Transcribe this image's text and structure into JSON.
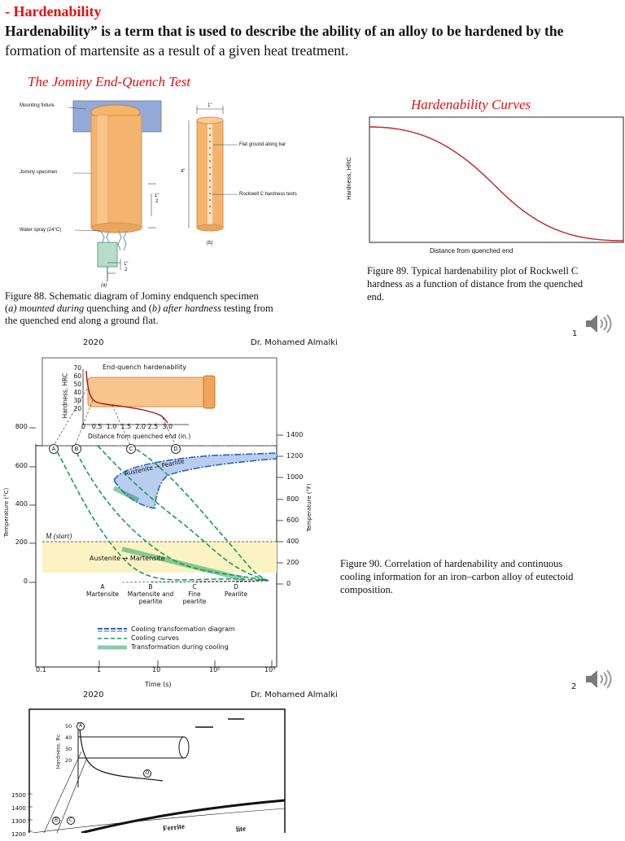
{
  "slide1": {
    "section_title": "- Hardenability",
    "intro_line1": "Hardenability” is a term that is used to describe the ability of an alloy to be hardened by the",
    "intro_line2": "formation of martensite as a result of a given heat treatment.",
    "jominy_title": "The Jominy End-Quench Test",
    "jominy_labels": {
      "mounting_fixture": "Mounting fixture",
      "jominy_specimen": "Jominy specimen",
      "water_spray": "Water spray (24°C)",
      "dim_1in": "1\"",
      "dim_4in": "4\"",
      "dim_half_a": "1\"",
      "dim_half_a_den": "2",
      "dim_half_b": "1\"",
      "dim_half_b_den": "2",
      "flat_ground": "Flat ground along bar",
      "rockwell_tests": "Rockwell C hardness tests",
      "label_a": "(a)",
      "label_b": "(b)"
    },
    "fig88_caption_l1": "Figure 88. Schematic diagram of Jominy endquench specimen",
    "fig88_caption_l2a": "(",
    "fig88_caption_l2b": "a",
    "fig88_caption_l2c": ") mounted during",
    "fig88_caption_l2d": " quenching and (",
    "fig88_caption_l2e": "b",
    "fig88_caption_l2f": ") after hardness",
    "fig88_caption_l2g": " testing from",
    "fig88_caption_l3": "the quenched end along a ground flat.",
    "curves_title": "Hardenability Curves",
    "curves_ylabel": "Hardness, HRC",
    "curves_xlabel": "Distance from quenched end",
    "fig89_caption_l1": "Figure 89. Typical hardenability plot of Rockwell C",
    "fig89_caption_l2": "hardness as a function of distance from the quenched",
    "fig89_caption_l3": "end.",
    "footer_year": "2020",
    "footer_author": "Dr. Mohamed Almalki",
    "page_number": "1"
  },
  "slide2": {
    "inset_title": "End-quench hardenability",
    "inset_ylabel": "Hardness, HRC",
    "inset_yticks": [
      "70",
      "60",
      "50",
      "40",
      "30",
      "20"
    ],
    "inset_xticks": [
      "0",
      "0.5",
      "1.0",
      "1.5",
      "2.0",
      "2.5",
      "3.0"
    ],
    "inset_xlabel": "Distance from quenched end (in.)",
    "left_yticks": [
      "800",
      "600",
      "400",
      "200",
      "0"
    ],
    "left_ylabel": "Temperature (°C)",
    "right_yticks": [
      "1400",
      "1200",
      "1000",
      "800",
      "600",
      "400",
      "200",
      "0"
    ],
    "right_ylabel": "Temperature (°F)",
    "curve_markers": [
      "A",
      "B",
      "C",
      "D"
    ],
    "austenite_pearlite": "Austenite → Pearlite",
    "m_start": "M (start)",
    "austenite_martensite": "Austenite → Martensite",
    "product_labels": [
      {
        "letter": "A",
        "l1": "Martensite",
        "l2": ""
      },
      {
        "letter": "B",
        "l1": "Martensite and",
        "l2": "pearlite"
      },
      {
        "letter": "C",
        "l1": "Fine",
        "l2": "pearlite"
      },
      {
        "letter": "D",
        "l1": "Pearlite",
        "l2": ""
      }
    ],
    "legend": [
      "Cooling transformation diagram",
      "Cooling curves",
      "Transformation during cooling"
    ],
    "xticks": [
      "0.1",
      "1",
      "10",
      "10²",
      "10³"
    ],
    "xlabel": "Time (s)",
    "fig90_caption_l1": "Figure 90. Correlation of hardenability and continuous",
    "fig90_caption_l2": "cooling information for an iron–carbon alloy of eutectoid",
    "fig90_caption_l3": "composition.",
    "footer_year": "2020",
    "footer_author": "Dr. Mohamed Almalki",
    "page_number": "2",
    "colors": {
      "blue": "#2a64b8",
      "green": "#1a9a5a",
      "band": "#fbf3c4"
    }
  },
  "slide3": {
    "yticks": [
      "1500",
      "1400",
      "1300",
      "1200"
    ],
    "ylabel": "Hardness, Rc",
    "inset_ticks": [
      "50",
      "40",
      "30",
      "20"
    ],
    "markers": [
      "A",
      "B",
      "C",
      "D"
    ],
    "ferrite_label": "Ferrite",
    "lite_label": "lite"
  },
  "icons": {
    "audio": "speaker-icon"
  }
}
